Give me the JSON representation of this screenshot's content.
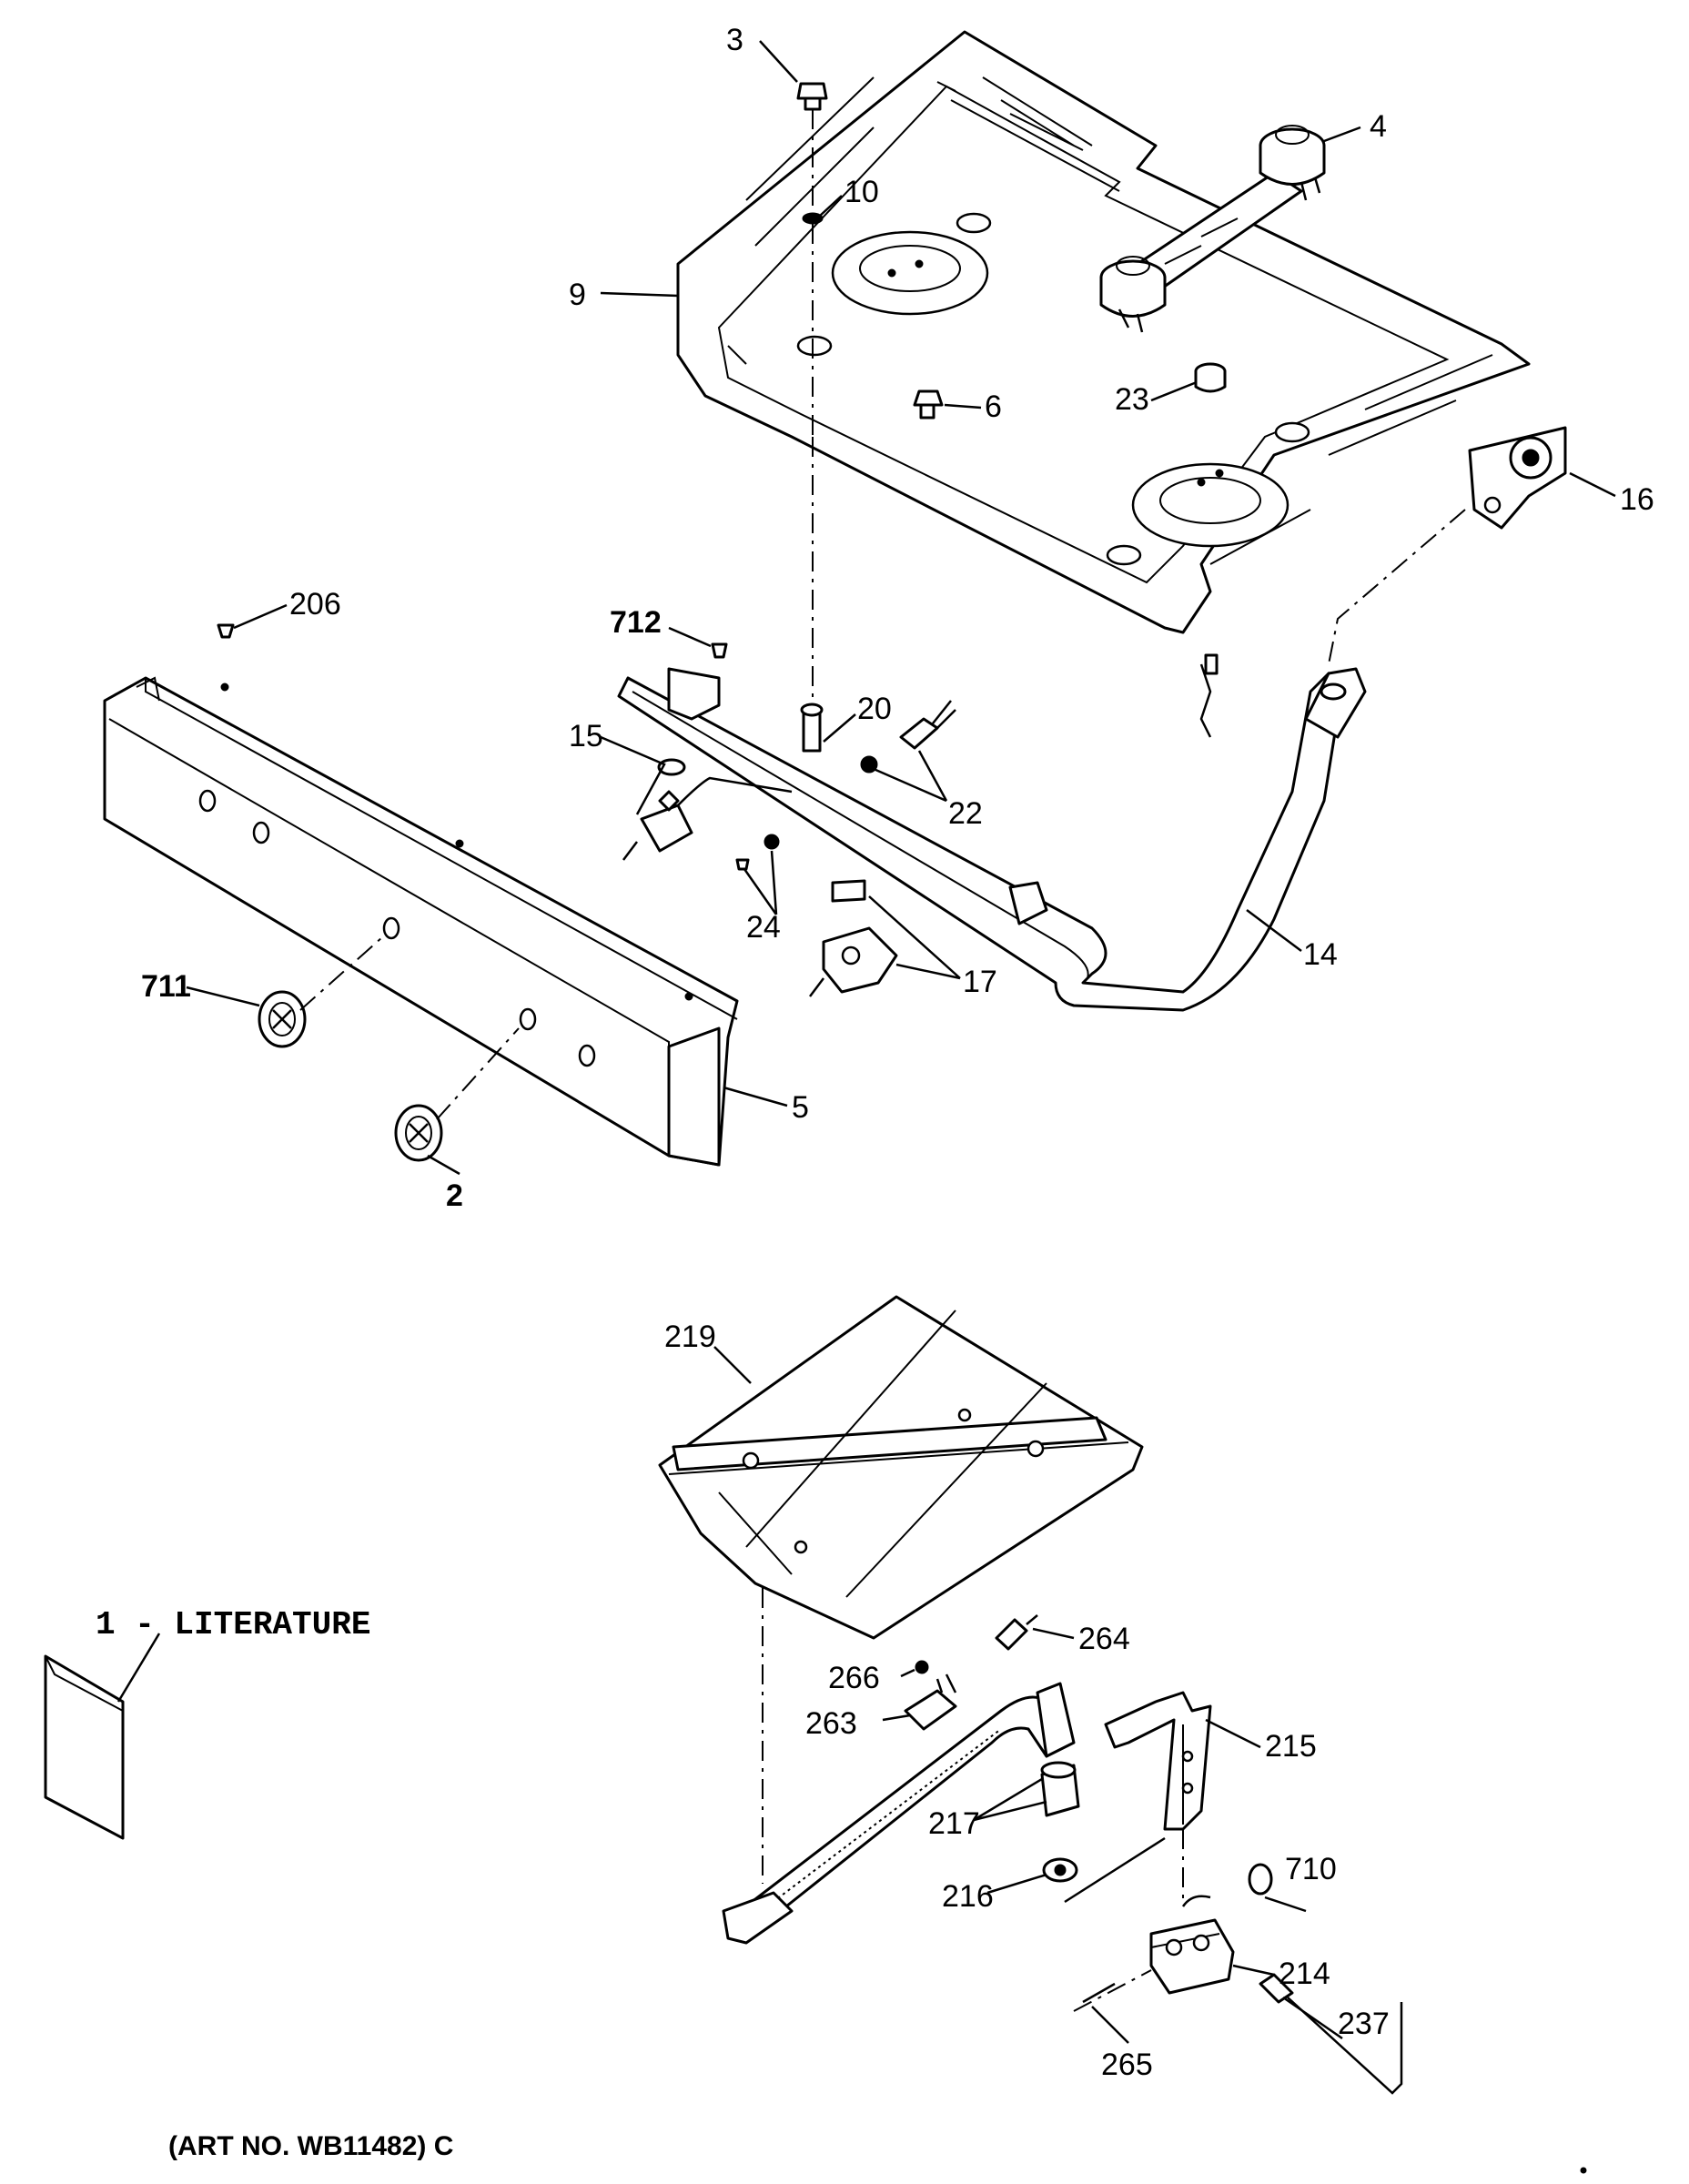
{
  "callouts": {
    "c3": "3",
    "c10": "10",
    "c4": "4",
    "c9": "9",
    "c6": "6",
    "c23": "23",
    "c16": "16",
    "c206": "206",
    "c712": "712",
    "c20": "20",
    "c15": "15",
    "c22": "22",
    "c24": "24",
    "c17": "17",
    "c14": "14",
    "c711": "711",
    "c5": "5",
    "c2": "2",
    "c219": "219",
    "c264": "264",
    "c266": "266",
    "c263": "263",
    "c215": "215",
    "c217": "217",
    "c216": "216",
    "c710": "710",
    "c214": "214",
    "c237": "237",
    "c265": "265"
  },
  "literature_label": "1 - LITERATURE",
  "art_number": "(ART NO. WB11482) C"
}
